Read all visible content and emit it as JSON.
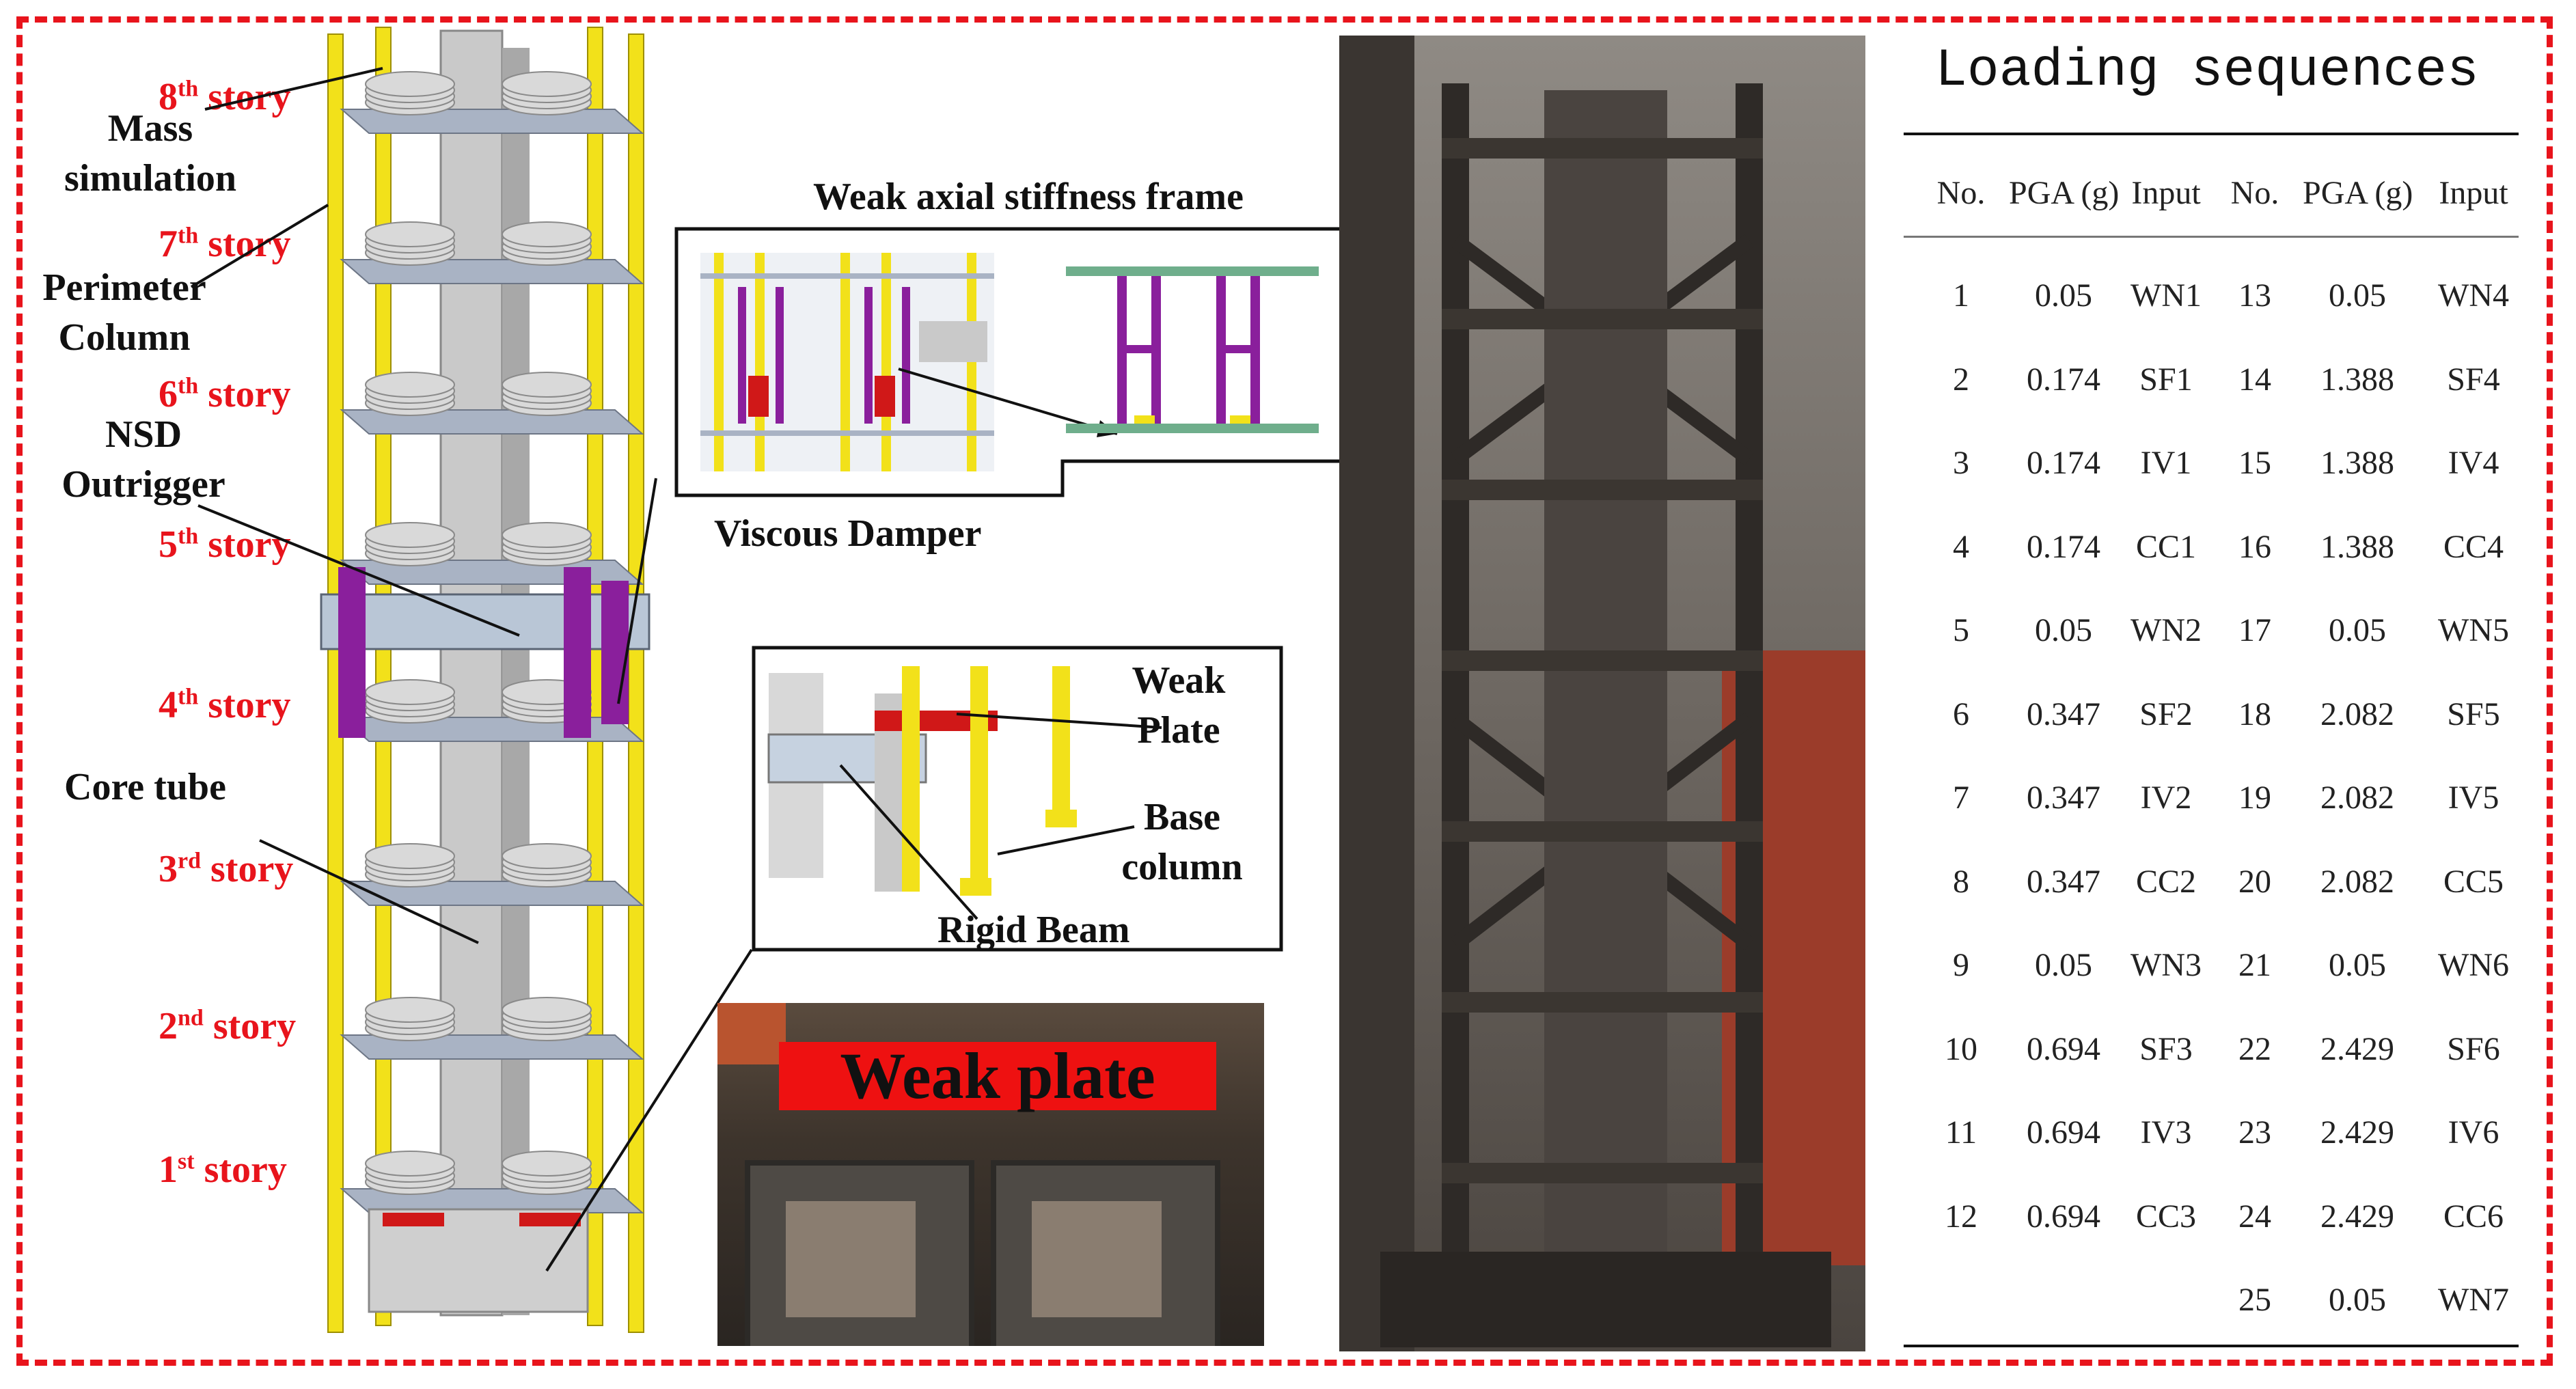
{
  "stories": [
    "8",
    "7",
    "6",
    "5",
    "4",
    "3",
    "2",
    "1"
  ],
  "story_suffixes": [
    "th",
    "th",
    "th",
    "th",
    "th",
    "rd",
    "nd",
    "st"
  ],
  "story_word": "story",
  "labels": {
    "mass_simulation": [
      "Mass",
      "simulation"
    ],
    "perimeter_column": [
      "Perimeter",
      "Column"
    ],
    "nsd_outrigger": [
      "NSD",
      "Outrigger"
    ],
    "core_tube": "Core tube",
    "weak_axial_frame": "Weak axial stiffness frame",
    "viscous_damper": "Viscous Damper",
    "weak_plate_detail": [
      "Weak",
      "Plate"
    ],
    "base_column": [
      "Base",
      "column"
    ],
    "rigid_beam": "Rigid Beam",
    "weak_plate_photo": "Weak plate"
  },
  "table": {
    "title": "Loading sequences",
    "headers": [
      "No.",
      "PGA (g)",
      "Input",
      "No.",
      "PGA (g)",
      "Input"
    ],
    "rows": [
      [
        "1",
        "0.05",
        "WN1",
        "13",
        "0.05",
        "WN4"
      ],
      [
        "2",
        "0.174",
        "SF1",
        "14",
        "1.388",
        "SF4"
      ],
      [
        "3",
        "0.174",
        "IV1",
        "15",
        "1.388",
        "IV4"
      ],
      [
        "4",
        "0.174",
        "CC1",
        "16",
        "1.388",
        "CC4"
      ],
      [
        "5",
        "0.05",
        "WN2",
        "17",
        "0.05",
        "WN5"
      ],
      [
        "6",
        "0.347",
        "SF2",
        "18",
        "2.082",
        "SF5"
      ],
      [
        "7",
        "0.347",
        "IV2",
        "19",
        "2.082",
        "IV5"
      ],
      [
        "8",
        "0.347",
        "CC2",
        "20",
        "2.082",
        "CC5"
      ],
      [
        "9",
        "0.05",
        "WN3",
        "21",
        "0.05",
        "WN6"
      ],
      [
        "10",
        "0.694",
        "SF3",
        "22",
        "2.429",
        "SF6"
      ],
      [
        "11",
        "0.694",
        "IV3",
        "23",
        "2.429",
        "IV6"
      ],
      [
        "12",
        "0.694",
        "CC3",
        "24",
        "2.429",
        "CC6"
      ],
      [
        "",
        "",
        "",
        "25",
        "0.05",
        "WN7"
      ]
    ]
  },
  "colors": {
    "border": "#e8141c",
    "story_text": "#e8141c",
    "column": "#f2e11a",
    "damper": "#8a1f9c",
    "core": "#c9c9c9",
    "slab": "#a9b3c4",
    "photo_dark": "#3b352f"
  }
}
